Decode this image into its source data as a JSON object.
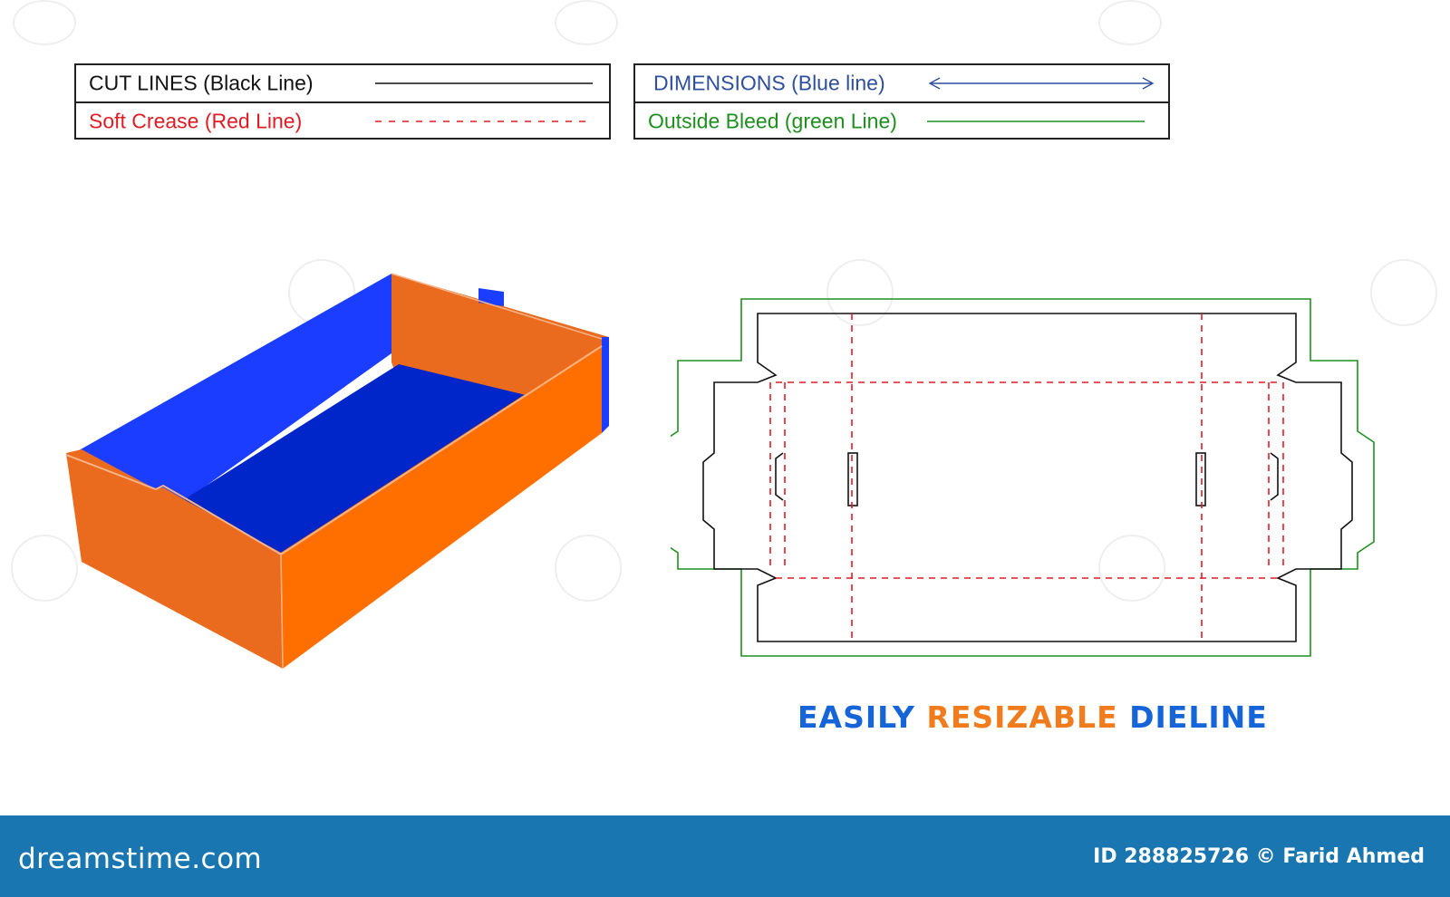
{
  "legend": {
    "cut_lines": {
      "label": "CUT LINES (Black Line)",
      "color": "#111111",
      "style": "solid"
    },
    "soft_crease": {
      "label": "Soft Crease (Red Line)",
      "color": "#e01c24",
      "style": "dashed"
    },
    "dimensions": {
      "label": "DIMENSIONS (Blue line)",
      "color": "#2e4f9c",
      "style": "double-arrow"
    },
    "outside_bleed": {
      "label": "Outside Bleed (green Line)",
      "color": "#1e8f1e",
      "style": "solid"
    }
  },
  "colors": {
    "box_outer": "#ff6f00",
    "box_outer_shade": "#ea6a1e",
    "box_inner": "#1a3dff",
    "box_floor": "#0026c9",
    "cut": "#111111",
    "crease": "#e01c24",
    "bleed": "#1e8f1e"
  },
  "caption": {
    "word1": "EASILY",
    "word2": "RESIZABLE",
    "word3": "DIELINE",
    "color1": "#1565d8",
    "color2": "#f07c1d",
    "color3": "#1565d8"
  },
  "footer": {
    "logo": "dreamstime.com",
    "credit": "ID 288825726 © Farid Ahmed"
  }
}
